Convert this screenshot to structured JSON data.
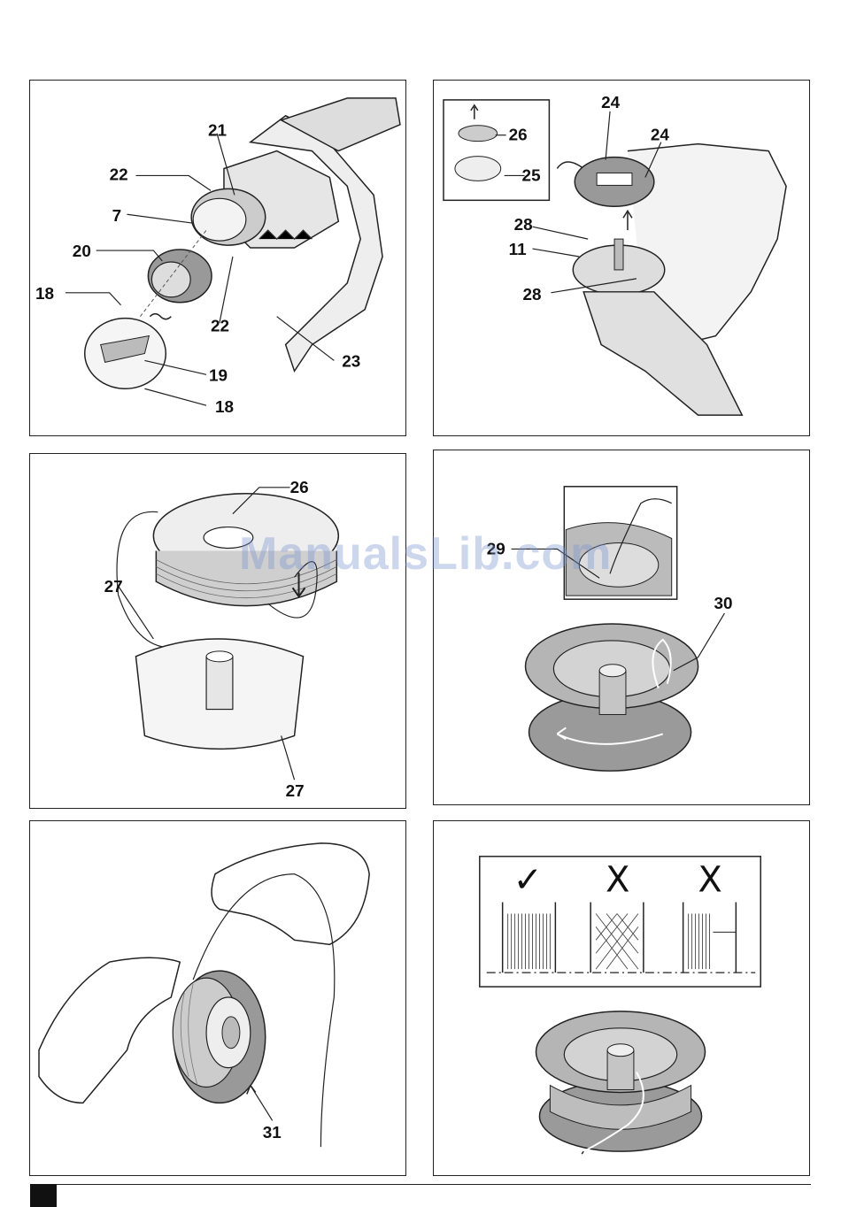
{
  "figures": {
    "fig1": {
      "labels": [
        "21",
        "22",
        "7",
        "20",
        "18",
        "22",
        "23",
        "19",
        "18"
      ]
    },
    "fig2": {
      "labels": [
        "24",
        "24",
        "26",
        "25",
        "28",
        "11",
        "28"
      ]
    },
    "fig3": {
      "labels": [
        "26",
        "27",
        "27"
      ]
    },
    "fig4": {
      "labels": [
        "29",
        "30"
      ]
    },
    "fig5": {
      "labels": [
        "31"
      ]
    },
    "fig6": {
      "marks": [
        "✓",
        "X",
        "X"
      ]
    }
  },
  "watermark": "ManualsLib.com"
}
